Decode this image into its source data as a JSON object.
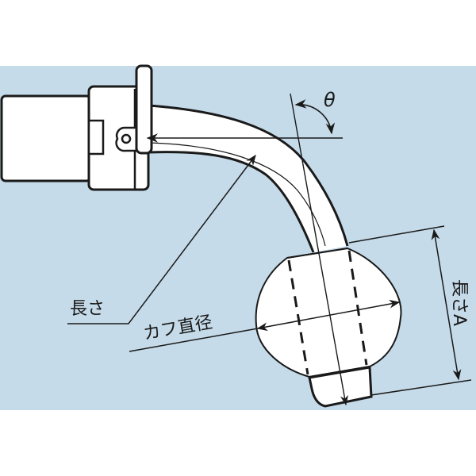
{
  "diagram": {
    "title": "Tracheal tube cuff dimension diagram",
    "background_color": "#c5dbe9",
    "outline_color": "#1a1a1a",
    "fill_color": "#ffffff",
    "labels": {
      "angle": "θ",
      "length": "長さ",
      "cuff_diameter": "カフ直径",
      "length_a": "長さA"
    },
    "parts": [
      "connector",
      "flange",
      "curved-tube",
      "cuff",
      "tube-tip"
    ]
  }
}
